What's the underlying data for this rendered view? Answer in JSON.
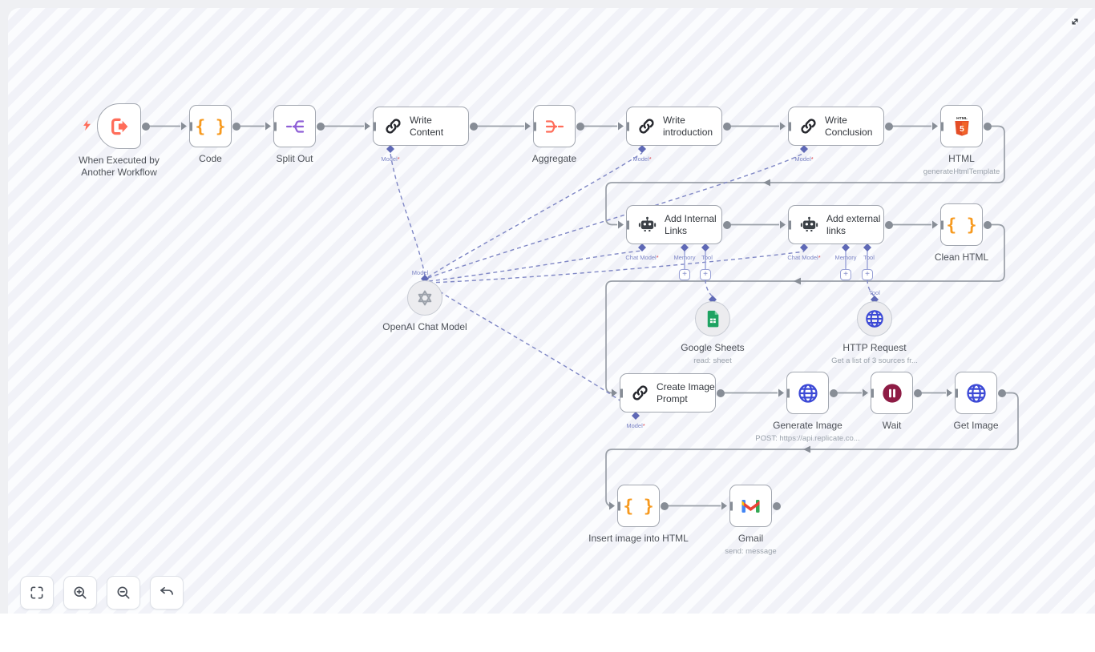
{
  "nodes": {
    "trigger": {
      "label": "When Executed by Another Workflow"
    },
    "code": {
      "label": "Code"
    },
    "split_out": {
      "label": "Split Out"
    },
    "write_content": {
      "label": "Write Content"
    },
    "aggregate": {
      "label": "Aggregate"
    },
    "write_introduction": {
      "label": "Write introduction"
    },
    "write_conclusion": {
      "label": "Write Conclusion"
    },
    "html": {
      "label": "HTML",
      "sublabel": "generateHtmlTemplate"
    },
    "add_internal_links": {
      "label": "Add Internal Links"
    },
    "add_external_links": {
      "label": "Add external links"
    },
    "clean_html": {
      "label": "Clean HTML"
    },
    "openai_chat_model": {
      "label": "OpenAI Chat Model"
    },
    "google_sheets": {
      "label": "Google Sheets",
      "sublabel": "read: sheet"
    },
    "http_request": {
      "label": "HTTP Request",
      "sublabel": "Get a list of 3 sources fr..."
    },
    "create_image_prompt": {
      "label": "Create Image Prompt"
    },
    "generate_image": {
      "label": "Generate Image",
      "sublabel": "POST: https://api.replicate.co..."
    },
    "wait": {
      "label": "Wait"
    },
    "get_image": {
      "label": "Get Image"
    },
    "insert_image": {
      "label": "Insert image into HTML"
    },
    "gmail": {
      "label": "Gmail",
      "sublabel": "send: message"
    }
  },
  "connectors": {
    "model": "Model",
    "chat_model": "Chat Model",
    "memory": "Memory",
    "tool": "Tool",
    "required": "*",
    "add": "+"
  },
  "icons": {
    "expand": "expand-diagonal",
    "fit": "fit-view",
    "zoom_in": "zoom-in",
    "zoom_out": "zoom-out",
    "undo": "undo",
    "trigger": "workflow-trigger-arrow",
    "code": "curly-braces",
    "split_out": "split-fork",
    "link": "chain-link",
    "aggregate": "merge-fork",
    "html": "html5-shield",
    "agent": "robot",
    "openai": "openai-knot",
    "sheets": "google-sheets",
    "globe": "globe",
    "wait": "pause-circle",
    "gmail": "gmail-m"
  },
  "colors": {
    "wire": "#999fa7",
    "dashed": "#7f87c5",
    "diamond": "#5f69b6",
    "coral": "#ff6d5a",
    "orange": "#f79a1f",
    "purple": "#8e5fd6",
    "blue": "#3c49d6",
    "green": "#1ea362",
    "maroon": "#8e1c45"
  }
}
